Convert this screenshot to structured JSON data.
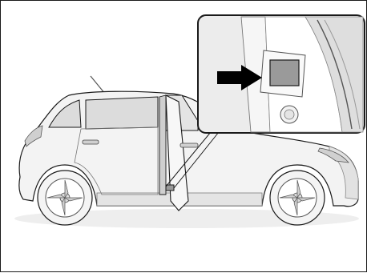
{
  "illustration": {
    "subject": "car-side-view",
    "callout": "detail-inset",
    "pointer": "arrow-icon",
    "target": "label-plate"
  },
  "colors": {
    "outline": "#1a1a1a",
    "body_fill": "#f3f3f3",
    "shade": "#d6d6d6",
    "inset_bg": "#e9e9e9",
    "label_fill": "#9a9a9a"
  }
}
